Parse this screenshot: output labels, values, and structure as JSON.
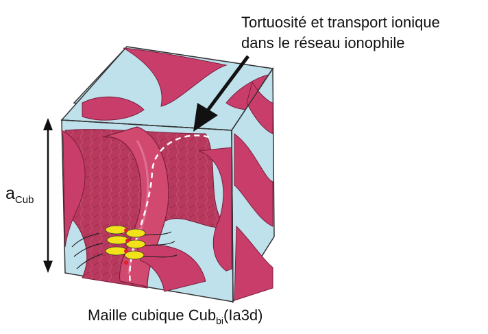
{
  "annotation": {
    "line1": "Tortuosité et transport ionique",
    "line2": "dans le réseau ionophile"
  },
  "dimension_label": {
    "main": "a",
    "subscript": "Cub"
  },
  "caption": {
    "main": "Maille cubique Cub",
    "subscript": "bi",
    "suffix": "(Ia3d)"
  },
  "colors": {
    "network": "#c93d6a",
    "network_dark": "#a52a52",
    "network_highlight": "#e0709a",
    "background_fill": "#bfe1ec",
    "edge": "#333333",
    "molecule": "#f2e21a",
    "ion": "#e0202a"
  }
}
